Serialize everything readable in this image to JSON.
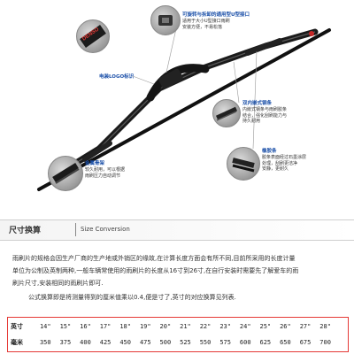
{
  "callouts": {
    "u_connector": {
      "head": "可旋转与拆卸的通用型U型接口",
      "body": [
        "适用于大小U型接口雨刷",
        "安装方便，不易松落"
      ]
    },
    "logo_mark": {
      "head": "电装LOGO标识"
    },
    "rubber_strip": {
      "head": "双内嵌式钢条",
      "body": [
        "内嵌式钢条与雨刷胶条",
        "结合，强化刮刷能力与",
        "持久耐用"
      ]
    },
    "rubber": {
      "head": "橡胶条",
      "body": [
        "胶条表面经过石墨涂层",
        "处理，刮刷更洁净",
        "安静，更耐久"
      ]
    },
    "metal_frame": {
      "head": "金属骨架",
      "body": [
        "较久耐用，可以根据",
        "雨刷压力自动调节"
      ]
    }
  },
  "brand_logo_text": "DENSO",
  "section": {
    "title": "尺寸换算",
    "subtitle": "Size Conversion"
  },
  "paragraphs": [
    "雨刷片的规格会因生产厂商的生产地或外销区的缘故,在计算长度方面会有所不同,目前所采用的长度计量",
    "单位为公制及英制两种,一般车辆常使用的雨刷片的长度从16寸到26寸,在自行安装时需要先了解爱车的雨",
    "刷片尺寸,安装相同的雨刷片即可.",
    "公式换算即是将测量得到的厘米值乘以0.4,便是寸了,英寸的对应换算见列表."
  ],
  "size_table": {
    "inch_label": "英寸",
    "mm_label": "毫米",
    "inches": [
      "14\"",
      "15\"",
      "16\"",
      "17\"",
      "18\"",
      "19\"",
      "20\"",
      "21\"",
      "22\"",
      "23\"",
      "24\"",
      "25\"",
      "26\"",
      "27\"",
      "28\""
    ],
    "mm": [
      "350",
      "375",
      "400",
      "425",
      "450",
      "475",
      "500",
      "525",
      "550",
      "575",
      "600",
      "625",
      "650",
      "675",
      "700"
    ]
  },
  "colors": {
    "callout_head": "#1a4fa8",
    "table_border": "#e53935",
    "blade": "#1b1b1b"
  }
}
